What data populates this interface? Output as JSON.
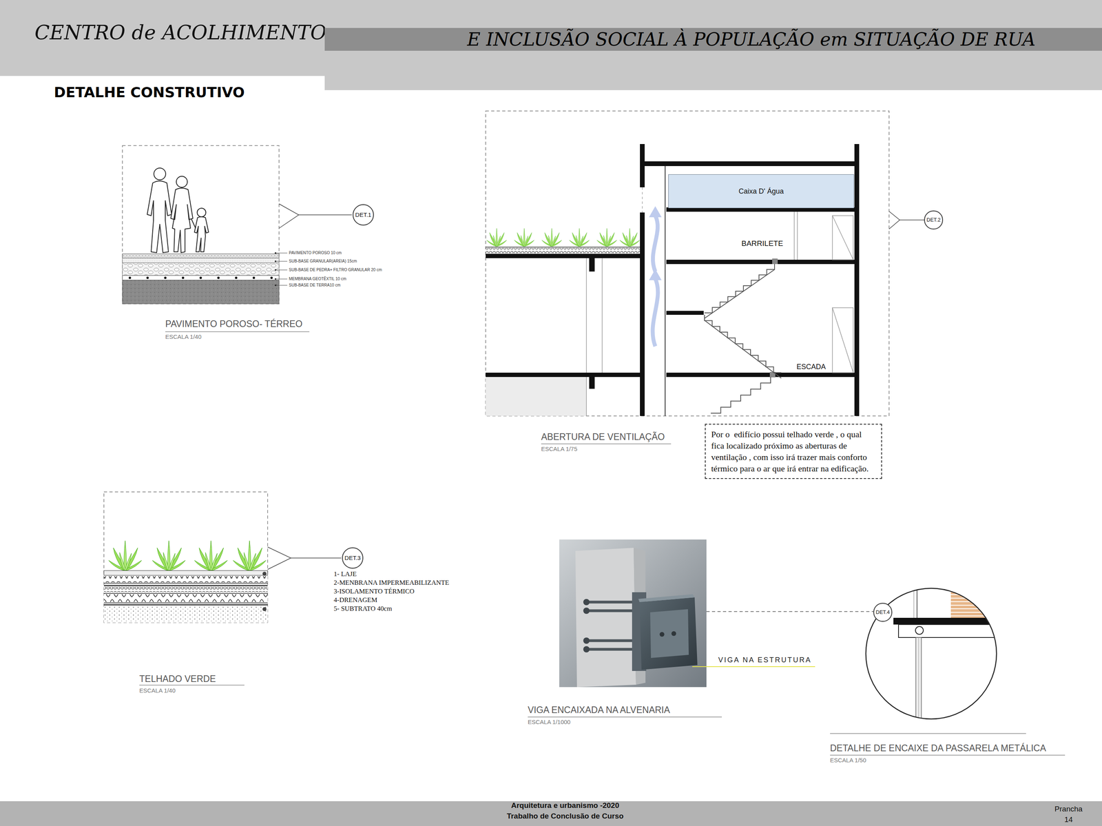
{
  "diagram": {
    "title": "DETALHE CONSTRUTIVO",
    "nodes": [
      {
        "text": [
          "CENTRO de ACOLHIMENTO"
        ]
      },
      {
        "text": [
          "E INCLUSÃO SOCIAL À POPULAÇÃO em SITUAÇÃO DE RUA"
        ]
      },
      {
        "text": [
          "DET.1"
        ]
      },
      {
        "text": [
          "Caixa D' Água"
        ]
      },
      {
        "text": [
          "DET.2"
        ]
      },
      {
        "text": [
          "Por o  edifício possui telhado verde , o qual fica localizado próximo as aberturas de ventilação , com isso irá trazer mais conforto térmico para o ar que irá entrar na edificação."
        ]
      },
      {
        "text": [
          "DET.3"
        ]
      },
      {
        "text": [
          "DET.4"
        ]
      },
      {
        "text": [
          "Arquitetura e urbanismo -2020",
          "Trabalho de Conclusão de Curso",
          "Prancha",
          "14"
        ]
      }
    ],
    "labels": [
      "PAVIMENTO POROSO 10 cm",
      "SUB-BASE GRANULAR(AREIA) 15cm",
      "SUB-BASE DE PEDRA+ FILTRO GRANULAR 20 cm",
      "MEMBRANA GEOTÊXTIL 10 cm",
      "SUB-BASE DE TERRA10 cm",
      "PAVIMENTO POROSO- TÉRREO",
      "ESCALA 1/40",
      "BARRILETE",
      "ESCADA",
      "ABERTURA DE VENTILAÇÃO",
      "ESCALA 1/75",
      "1- LAJE",
      "2-MENBRANA IMPERMEABILIZANTE",
      "3-ISOLAMENTO TÉRMICO",
      "4-DRENAGEM",
      "5- SUBTRATO 40cm",
      "TELHADO VERDE",
      "ESCALA 1/40",
      "VIGA NA ESTRUTURA",
      "VIGA ENCAIXADA NA ALVENARIA",
      "ESCALA 1/1000",
      "DETALHE DE ENCAIXE DA PASSARELA METÁLICA",
      "ESCALA 1/50"
    ]
  }
}
